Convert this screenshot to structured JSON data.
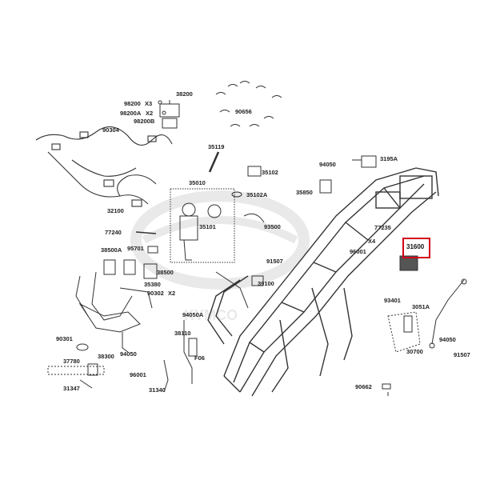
{
  "diagram": {
    "watermark": "KYMCO",
    "highlight_color": "#d0021b",
    "line_color": "#333333",
    "highlighted_part": "31600",
    "labels": {
      "p38200": "38200",
      "p98200": "98200",
      "x3": "X3",
      "p98200a": "98200A",
      "x2a": "X2",
      "p98200b": "98200B",
      "p90304": "90304",
      "p90656": "90656",
      "p35119": "35119",
      "p35102": "35102",
      "p3195a": "3195A",
      "p94050a": "94050",
      "p35010": "35010",
      "p35102a": "35102A",
      "p35850": "35850",
      "p32100": "32100",
      "p35101": "35101",
      "p93500": "93500",
      "p77240": "77240",
      "p77235": "77235",
      "x4": "X4",
      "p95701": "95701",
      "p96001a": "96001",
      "p38500a": "38500A",
      "p91507a": "91507",
      "p38500": "38500",
      "p39100": "39100",
      "p35380": "35380",
      "p90302": "90302",
      "x2b": "X2",
      "p93401": "93401",
      "p3051a": "3051A",
      "p94050b": "94050A",
      "p94050c": "94050",
      "p90301": "90301",
      "p38300": "38300",
      "p94050d": "94050",
      "p38110": "38110",
      "p30700": "30700",
      "p91507b": "91507",
      "p37780": "37780",
      "pf06": "F06",
      "p96001b": "96001",
      "p31347": "31347",
      "p31340": "31340",
      "p90662": "90662"
    }
  }
}
